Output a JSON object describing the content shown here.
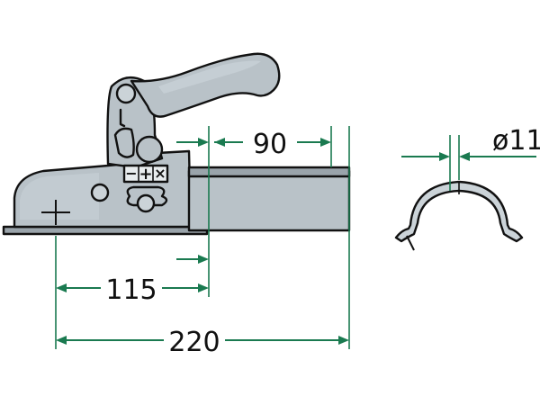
{
  "dimensions": {
    "shaft_length": "90",
    "ball_center_offset": "115",
    "overall_length": "220",
    "clamp_diameter": "ø11"
  },
  "indicator": {
    "minus": "−",
    "plus": "+",
    "cross": "×"
  },
  "colors": {
    "dimension_lines": "#1a7a50",
    "metal": "#b9c2c8",
    "outline": "#111111"
  }
}
